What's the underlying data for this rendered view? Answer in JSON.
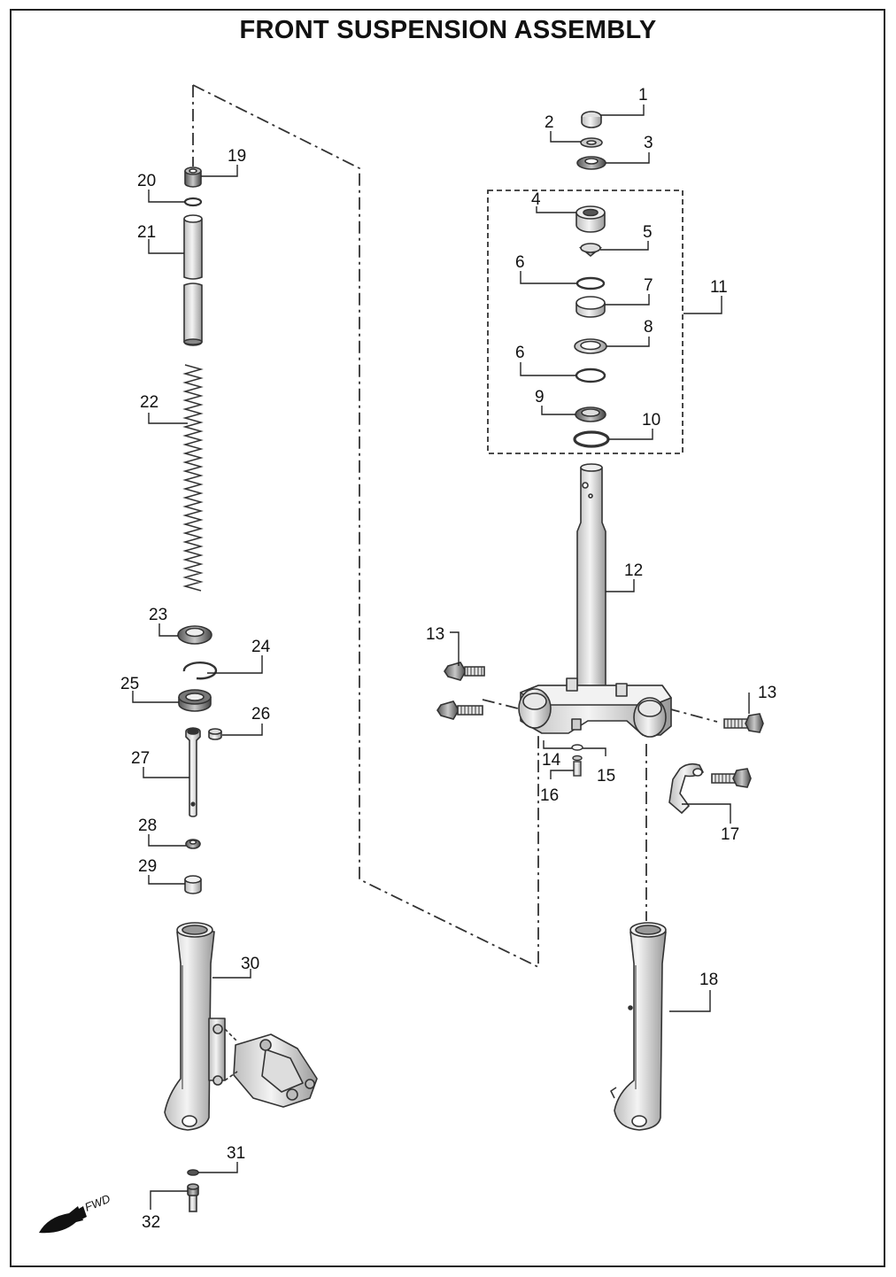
{
  "title": "FRONT SUSPENSION ASSEMBLY",
  "fwd_label": "FWD",
  "callouts": [
    "1",
    "2",
    "3",
    "4",
    "5",
    "6",
    "6",
    "7",
    "8",
    "9",
    "10",
    "11",
    "12",
    "13",
    "13",
    "14",
    "15",
    "16",
    "17",
    "18",
    "19",
    "20",
    "21",
    "22",
    "23",
    "24",
    "25",
    "26",
    "27",
    "28",
    "29",
    "30",
    "31",
    "32"
  ]
}
